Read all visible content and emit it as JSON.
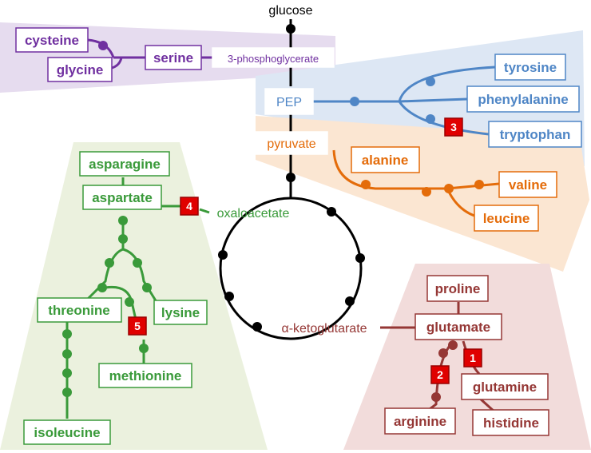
{
  "colors": {
    "purple": "#7030a0",
    "blue": "#4f86c6",
    "orange": "#e46c0a",
    "green": "#3a9a3a",
    "maroon": "#953735",
    "black": "#000000",
    "marker_red": "#e00000"
  },
  "core": {
    "glucose": "glucose",
    "pep": "PEP",
    "pyruvate": "pyruvate",
    "oxaloacetate": "oxaloacetate",
    "akg": "α-ketoglutarate",
    "phosphoglycerate": "3-phosphoglycerate"
  },
  "amino_acids": {
    "cysteine": "cysteine",
    "glycine": "glycine",
    "serine": "serine",
    "tyrosine": "tyrosine",
    "phenylalanine": "phenylalanine",
    "tryptophan": "tryptophan",
    "alanine": "alanine",
    "valine": "valine",
    "leucine": "leucine",
    "asparagine": "asparagine",
    "aspartate": "aspartate",
    "threonine": "threonine",
    "lysine": "lysine",
    "methionine": "methionine",
    "isoleucine": "isoleucine",
    "proline": "proline",
    "glutamate": "glutamate",
    "glutamine": "glutamine",
    "histidine": "histidine",
    "arginine": "arginine"
  },
  "markers": [
    "1",
    "2",
    "3",
    "4",
    "5"
  ]
}
